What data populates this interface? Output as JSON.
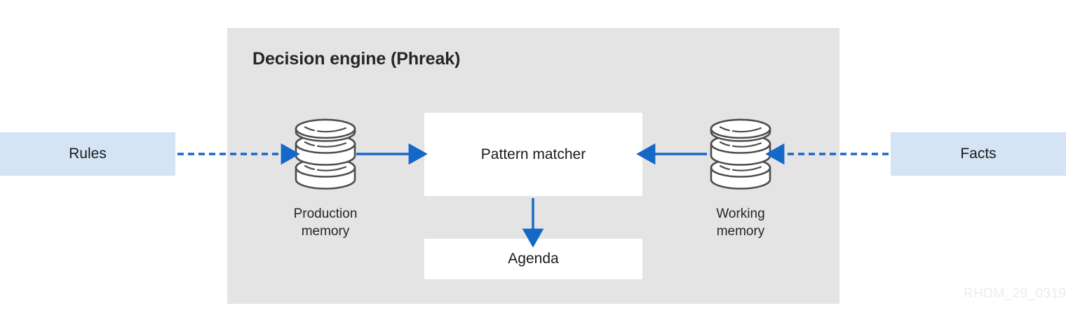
{
  "diagram": {
    "title": "Decision engine (Phreak)",
    "watermark": "RHDM_29_0319",
    "colors": {
      "panel_background": "#e4e4e4",
      "io_box_background": "#d4e4f5",
      "inner_box_background": "#ffffff",
      "arrow_blue": "#1668c8",
      "cylinder_stroke": "#4d4d4d",
      "text_dark": "#1a1a1a",
      "watermark_gray": "#ececec",
      "page_background": "#ffffff"
    },
    "inputs": [
      {
        "label": "Rules",
        "side": "left"
      },
      {
        "label": "Facts",
        "side": "right"
      }
    ],
    "stores": [
      {
        "label_line1": "Production",
        "label_line2": "memory",
        "icon": "database-cylinder-icon"
      },
      {
        "label_line1": "Working",
        "label_line2": "memory",
        "icon": "database-cylinder-icon"
      }
    ],
    "components": [
      {
        "label": "Pattern matcher"
      },
      {
        "label": "Agenda"
      }
    ],
    "connectors": [
      {
        "name": "rules-to-production-memory",
        "style": "dashed",
        "direction": "right"
      },
      {
        "name": "production-memory-to-pattern-matcher",
        "style": "solid",
        "direction": "right"
      },
      {
        "name": "working-memory-to-pattern-matcher",
        "style": "solid",
        "direction": "left"
      },
      {
        "name": "facts-to-working-memory",
        "style": "dashed",
        "direction": "left"
      },
      {
        "name": "pattern-matcher-to-agenda",
        "style": "solid",
        "direction": "down"
      }
    ]
  }
}
